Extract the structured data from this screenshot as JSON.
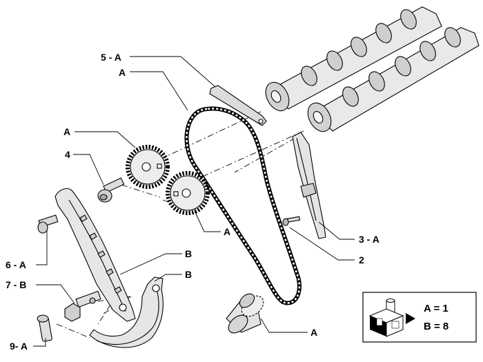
{
  "callouts": {
    "c1": "5 - A",
    "c2": "A",
    "c3": "A",
    "c4": "4",
    "c5": "A",
    "c6": "3 - A",
    "c7": "2",
    "c8": "B",
    "c9": "B",
    "c10": "6 - A",
    "c11": "7 - B",
    "c12": "9- A",
    "c13": "A"
  },
  "legend": {
    "line_a": "A = 1",
    "line_b": "B = 8"
  }
}
